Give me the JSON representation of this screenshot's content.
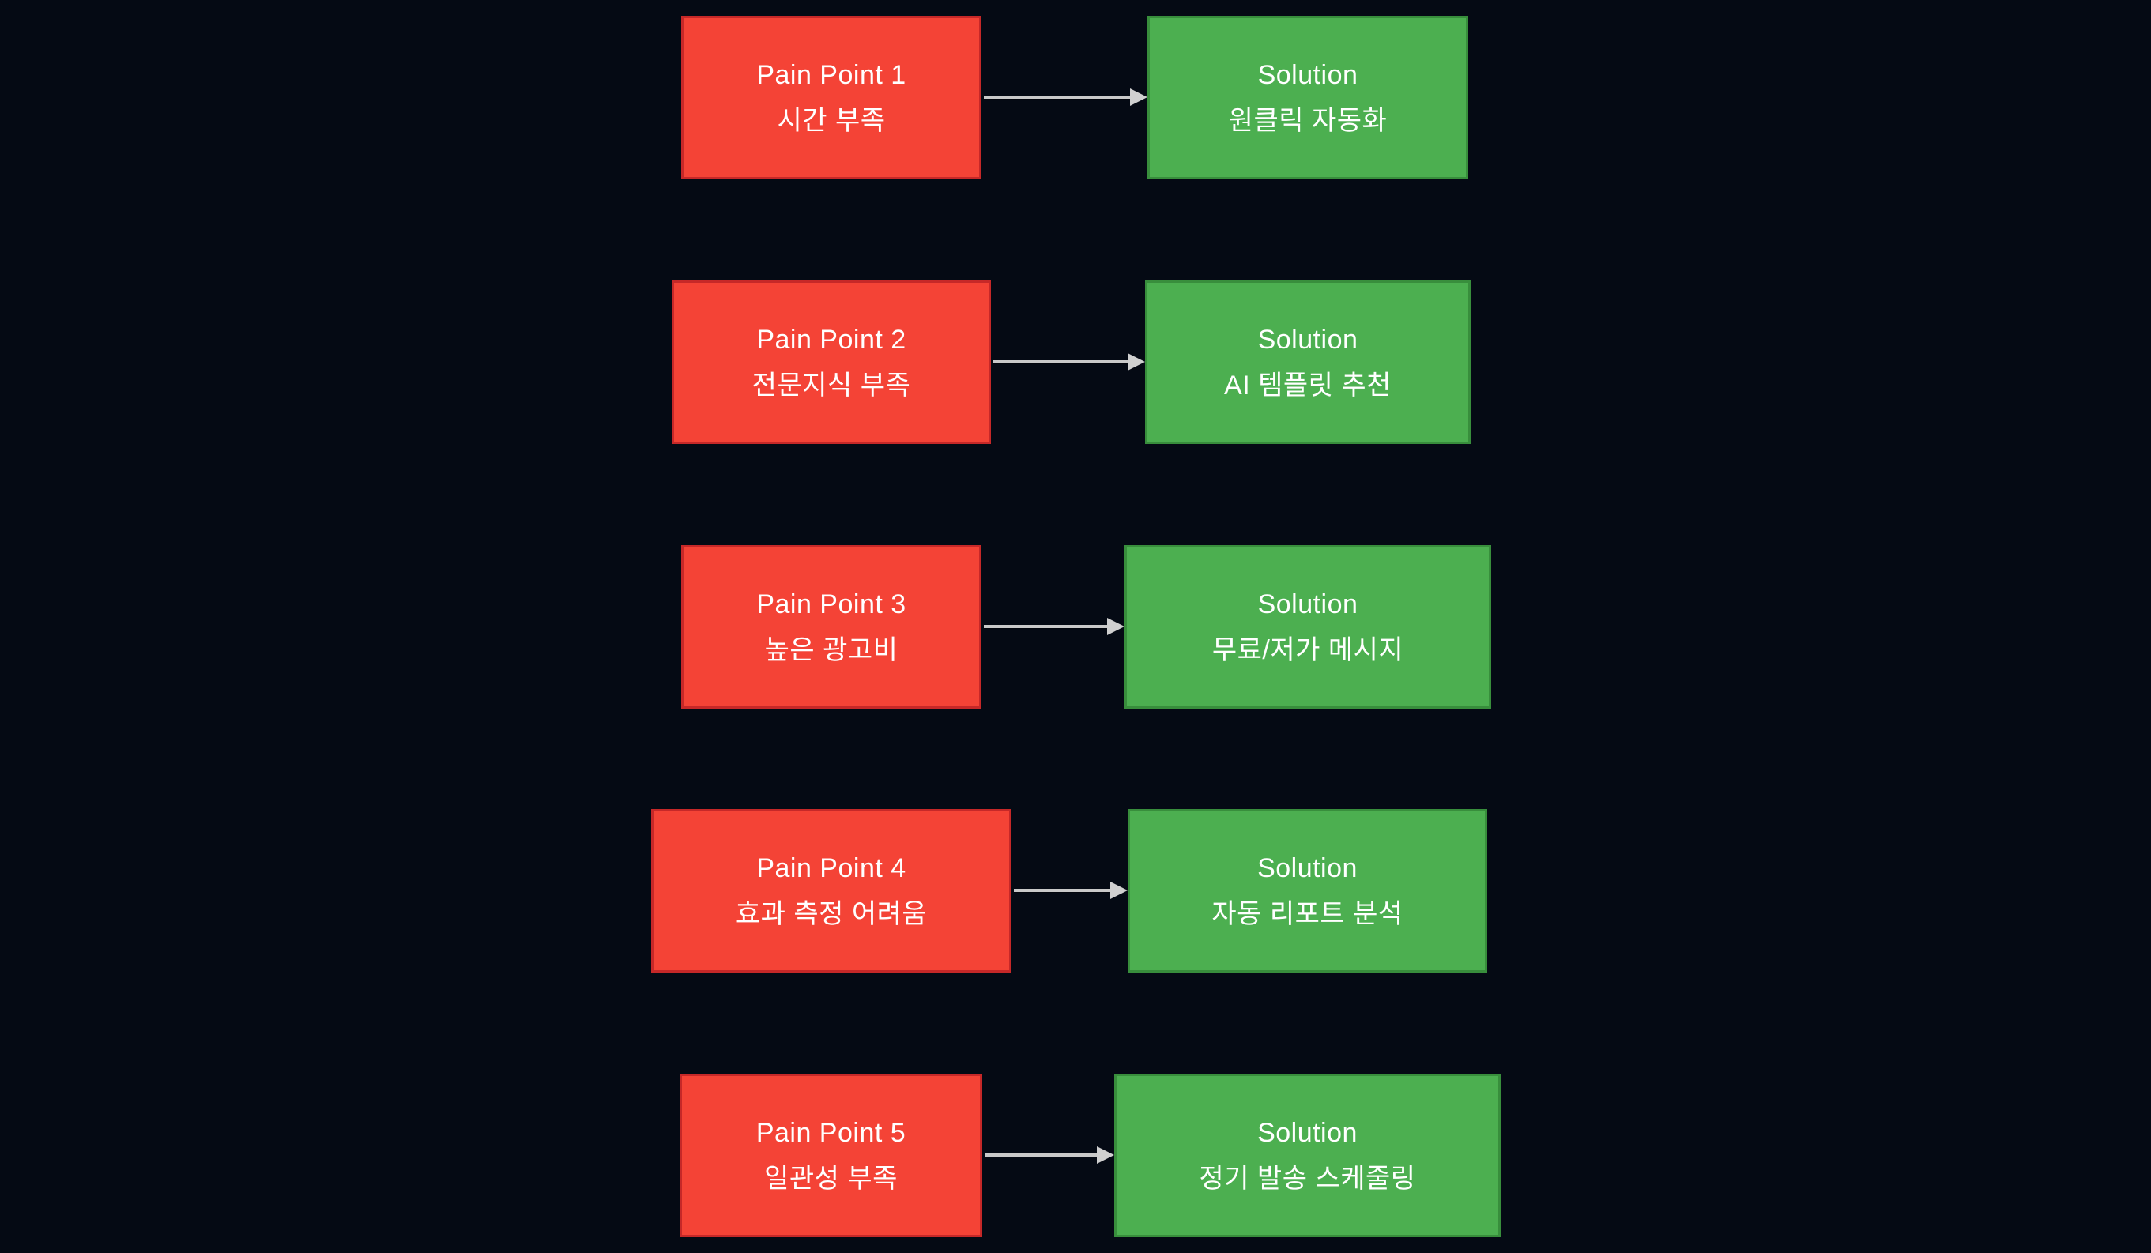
{
  "background_color": "#050a14",
  "colors": {
    "pain_fill": "#f44336",
    "pain_border": "#c62828",
    "solution_fill": "#4caf50",
    "solution_border": "#388e3c",
    "arrow": "#c9c9c9",
    "text": "#ffffff"
  },
  "diagram": {
    "type": "pain-point-to-solution-flowchart",
    "rows": [
      {
        "pain": {
          "title": "Pain Point 1",
          "subtitle": "시간 부족"
        },
        "solution": {
          "title": "Solution",
          "subtitle": "원클릭 자동화"
        }
      },
      {
        "pain": {
          "title": "Pain Point 2",
          "subtitle": "전문지식 부족"
        },
        "solution": {
          "title": "Solution",
          "subtitle": "AI 템플릿 추천"
        }
      },
      {
        "pain": {
          "title": "Pain Point 3",
          "subtitle": "높은 광고비"
        },
        "solution": {
          "title": "Solution",
          "subtitle": "무료/저가 메시지"
        }
      },
      {
        "pain": {
          "title": "Pain Point 4",
          "subtitle": "효과 측정 어려움"
        },
        "solution": {
          "title": "Solution",
          "subtitle": "자동 리포트 분석"
        }
      },
      {
        "pain": {
          "title": "Pain Point 5",
          "subtitle": "일관성 부족"
        },
        "solution": {
          "title": "Solution",
          "subtitle": "정기 발송 스케줄링"
        }
      }
    ]
  }
}
